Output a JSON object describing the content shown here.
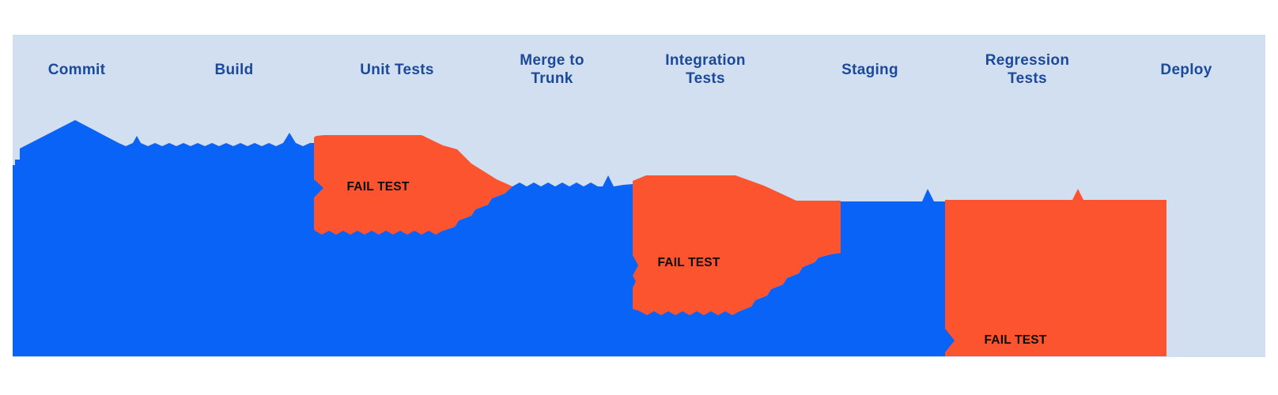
{
  "diagram": {
    "stages": [
      {
        "label": "Commit"
      },
      {
        "label": "Build"
      },
      {
        "label": "Unit Tests"
      },
      {
        "label": "Merge to\nTrunk"
      },
      {
        "label": "Integration\nTests"
      },
      {
        "label": "Staging"
      },
      {
        "label": "Regression\nTests"
      },
      {
        "label": "Deploy"
      }
    ],
    "fail_branches": [
      {
        "at_stage": "Unit Tests",
        "label": "FAIL TEST"
      },
      {
        "at_stage": "Integration Tests",
        "label": "FAIL TEST"
      },
      {
        "at_stage": "Regression Tests",
        "label": "FAIL TEST"
      }
    ]
  },
  "colors": {
    "page_background": "#ffffff",
    "panel_background": "#d2dff1",
    "flow_blue": "#0a63f7",
    "fail_orange": "#fb542e",
    "stage_text": "#1a4a99",
    "fail_text": "#0d0c0a"
  }
}
